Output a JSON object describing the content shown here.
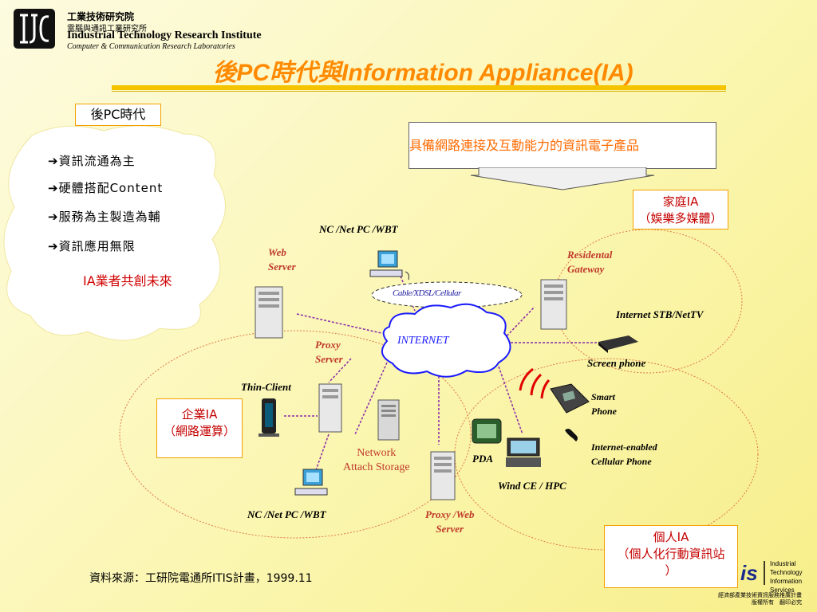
{
  "header": {
    "org_cn": "工業技術研究院",
    "org_sub": "電腦與通訊工業研究所",
    "org_en": "Industrial Technology Research Institute",
    "org_lab": "Computer & Communication Research Laboratories",
    "title": "後PC時代與Information  Appliance(IA)"
  },
  "left": {
    "post_pc_label": "後PC時代",
    "items": [
      "➔資訊流通為主",
      "➔硬體搭配Content",
      "➔服務為主製造為輔",
      "➔資訊應用無限"
    ],
    "ia_note": "IA業者共創未來"
  },
  "feature_box": "具備網路連接及互動能力的資訊電子產品",
  "boxes": {
    "home_line1": "家庭IA",
    "home_line2": "（娛樂多媒體）",
    "enterprise_line1": "企業IA",
    "enterprise_line2": "（網路運算）",
    "personal_line1": "個人IA",
    "personal_line2": "（個人化行動資訊站",
    "personal_line3": "）"
  },
  "labels": {
    "nc_top": "NC /Net PC /WBT",
    "web_server": "Web\nServer",
    "residential_gateway": "Residental\nGateway",
    "cable": "Cable/XDSL/Cellular",
    "internet": "INTERNET",
    "stb": "Internet STB/NetTV",
    "proxy_server": "Proxy\nServer",
    "screen_phone": "Screen phone",
    "thin_client": "Thin-Client",
    "smart_phone": "Smart\nPhone",
    "network_storage": "Network\nAttach Storage",
    "cellular_phone": "Internet-enabled\nCellular Phone",
    "pda": "PDA",
    "wince": "Wind CE / HPC",
    "nc_bottom": "NC /Net PC /WBT",
    "proxy_web": "Proxy /Web\nServer"
  },
  "footer": {
    "source": "資料來源：工研院電通所ITIS計畫，1999.11",
    "itis_text": "Industrial\nTechnology\nInformation\nServices",
    "footer_cn": "經濟部產業技術資訊服務推廣計畫\n版權所有　翻印必究"
  },
  "colors": {
    "title": "#ff8a00",
    "label_red": "#c0392b",
    "link_purple": "#8b2aa8",
    "box_border": "#f3a000"
  }
}
